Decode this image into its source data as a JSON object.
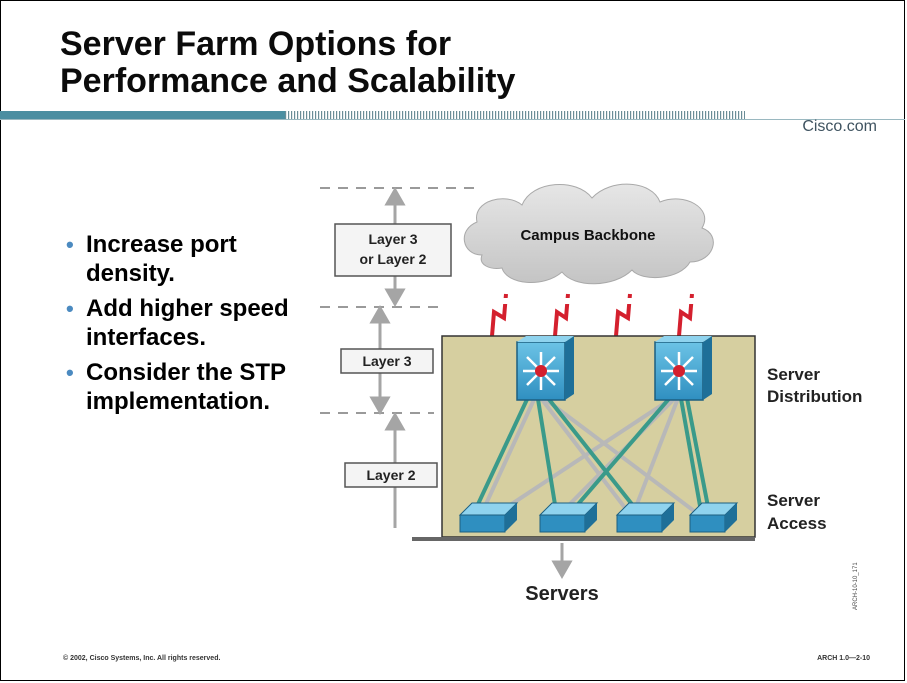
{
  "slide": {
    "title_line1": "Server Farm Options for",
    "title_line2": "Performance and Scalability",
    "brand": "Cisco.com",
    "footer_left": "© 2002, Cisco Systems, Inc. All rights reserved.",
    "footer_right": "ARCH 1.0—2-10"
  },
  "bullets": [
    "Increase port density.",
    "Add higher speed interfaces.",
    "Consider the STP implementation."
  ],
  "diagram": {
    "cloud_label": "Campus Backbone",
    "layer_labels": [
      [
        "Layer 3",
        "or Layer 2"
      ],
      [
        "Layer 3"
      ],
      [
        "Layer 2"
      ]
    ],
    "right_labels": [
      [
        "Server",
        "Distribution"
      ],
      [
        "Server",
        "Access"
      ]
    ],
    "servers_label": "Servers",
    "side_code": "ARCH-10-10_171",
    "colors": {
      "panel": "#d6cfa0",
      "switch": "#2e8fbf",
      "link_green": "#3a9a8a",
      "link_gray": "#b8b8b8",
      "red_link": "#d4202e",
      "header_teal": "#4c8fa0"
    }
  }
}
